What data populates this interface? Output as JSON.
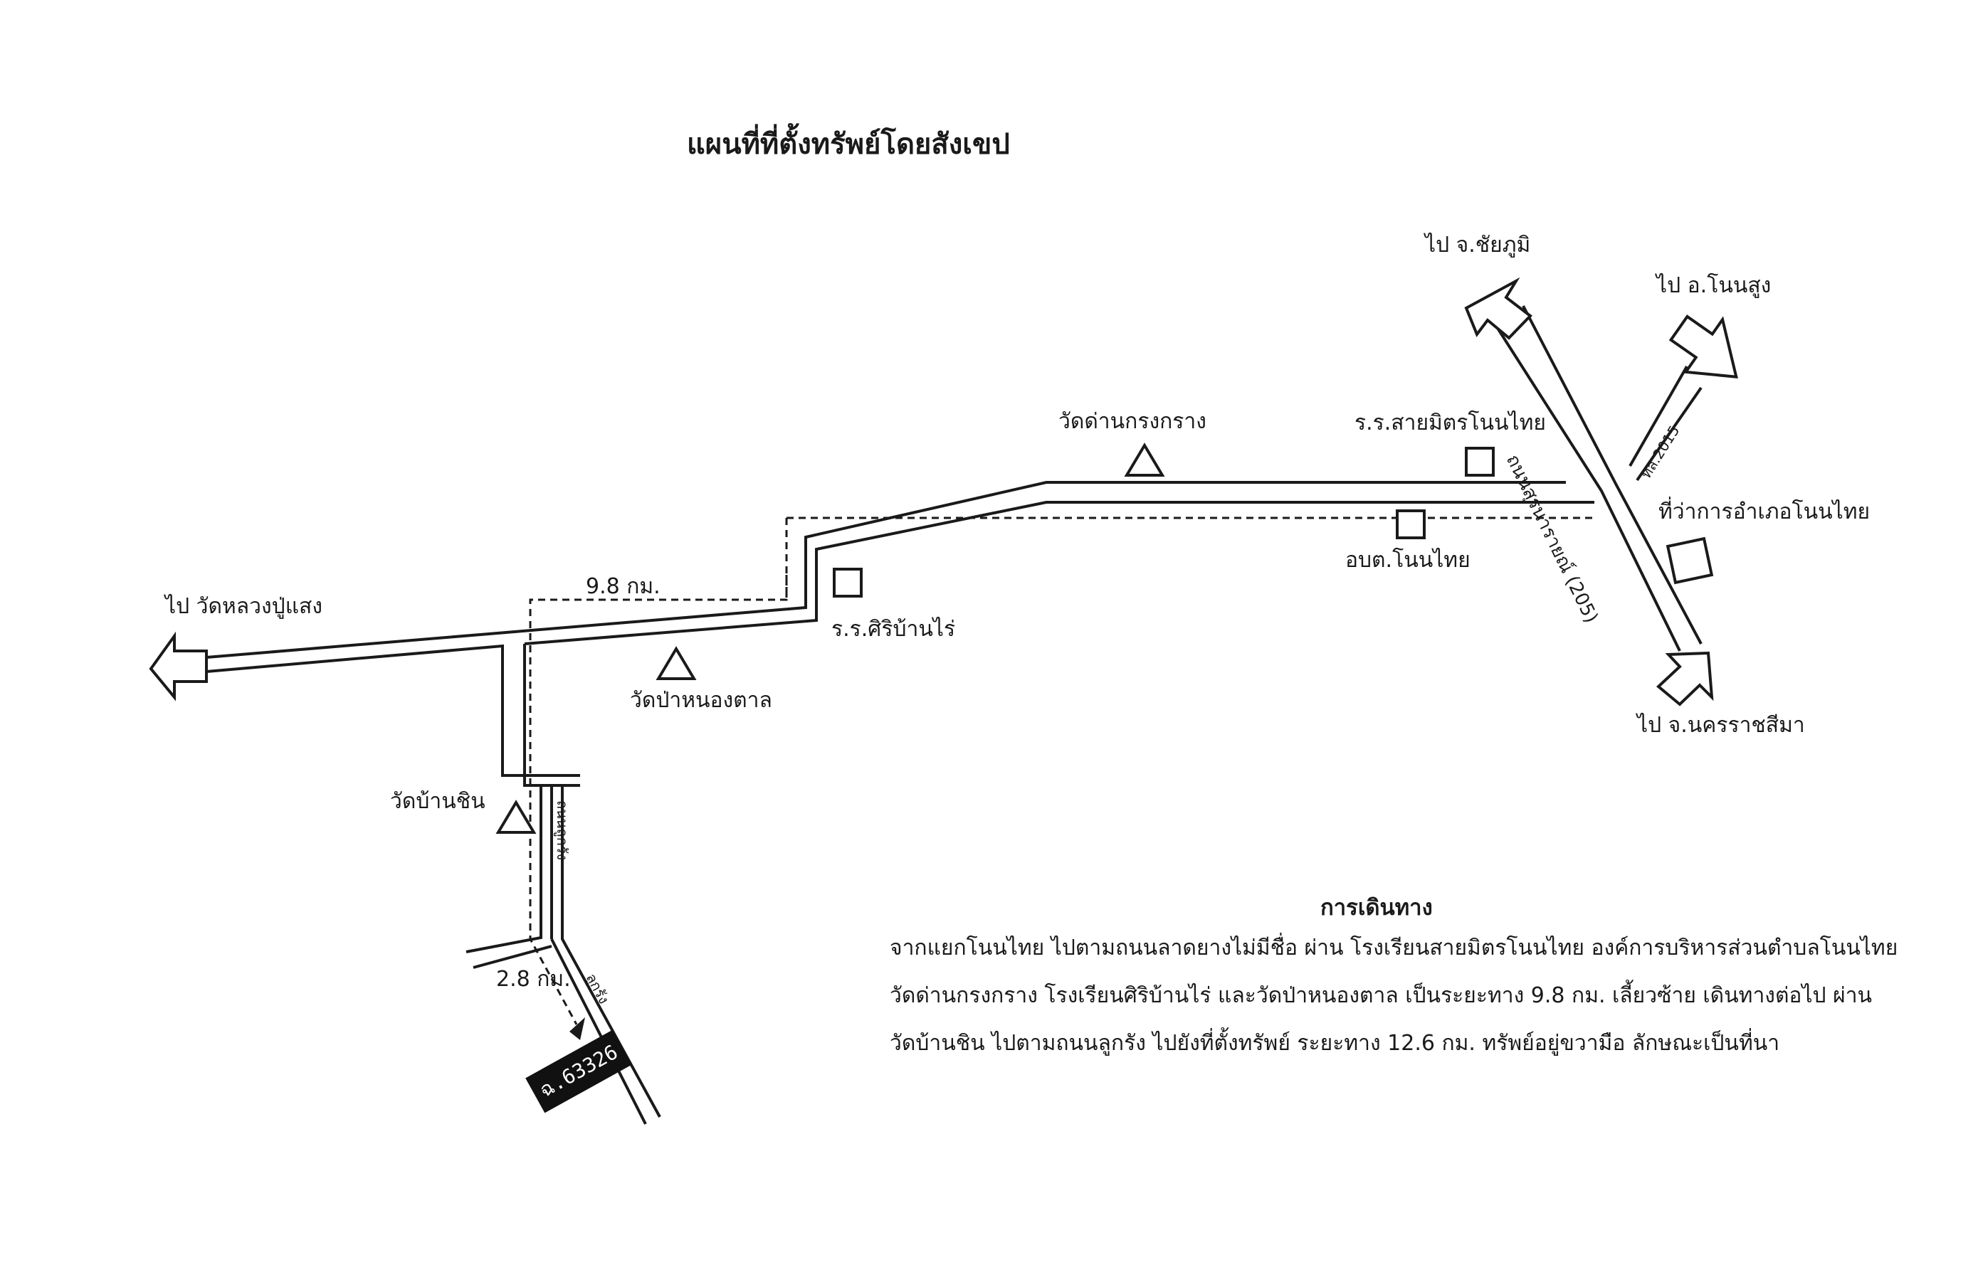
{
  "title": "แผนที่ที่ตั้งทรัพย์โดยสังเขป",
  "destinations": {
    "chaiyaphum": "ไป จ.ชัยภูมิ",
    "nonsung": "ไป อ.โนนสูง",
    "luangpusaeng": "ไป วัดหลวงปู่แสง",
    "nakhonratchasima": "ไป จ.นครราชสีมา"
  },
  "roads": {
    "suranarai": "ถนนสุรนารายณ์ (205)",
    "route2015": "ทล.2015",
    "lukrung": "ถนนลูกรัง",
    "lukrung2": "ลูกรัง"
  },
  "landmarks": {
    "wat_dankrongkrang": "วัดด่านกรงกราง",
    "school_saimit": "ร.ร.สายมิตรโนนไทย",
    "district_office": "ที่ว่าการอำเภอโนนไทย",
    "obt_nonthai": "อบต.โนนไทย",
    "school_siri": "ร.ร.ศิริบ้านไร่",
    "wat_panongtan": "วัดป่าหนองตาล",
    "wat_bansin": "วัดบ้านชิน"
  },
  "distances": {
    "d1": "9.8 กม.",
    "d2": "2.8 กม."
  },
  "parcel_id": "ฉ.63326",
  "directions": {
    "heading": "การเดินทาง",
    "lines": [
      "จากแยกโนนไทย ไปตามถนนลาดยางไม่มีชื่อ ผ่าน โรงเรียนสายมิตรโนนไทย องค์การบริหารส่วนตำบลโนนไทย",
      "วัดด่านกรงกราง โรงเรียนศิริบ้านไร่ และวัดป่าหนองตาล เป็นระยะทาง 9.8 กม. เลี้ยวซ้าย เดินทางต่อไป ผ่าน",
      "วัดบ้านชิน ไปตามถนนลูกรัง ไปยังที่ตั้งทรัพย์ ระยะทาง 12.6 กม. ทรัพย์อยู่ขวามือ ลักษณะเป็นที่นา"
    ]
  },
  "colors": {
    "ink": "#1a1a1a",
    "background": "#ffffff"
  }
}
